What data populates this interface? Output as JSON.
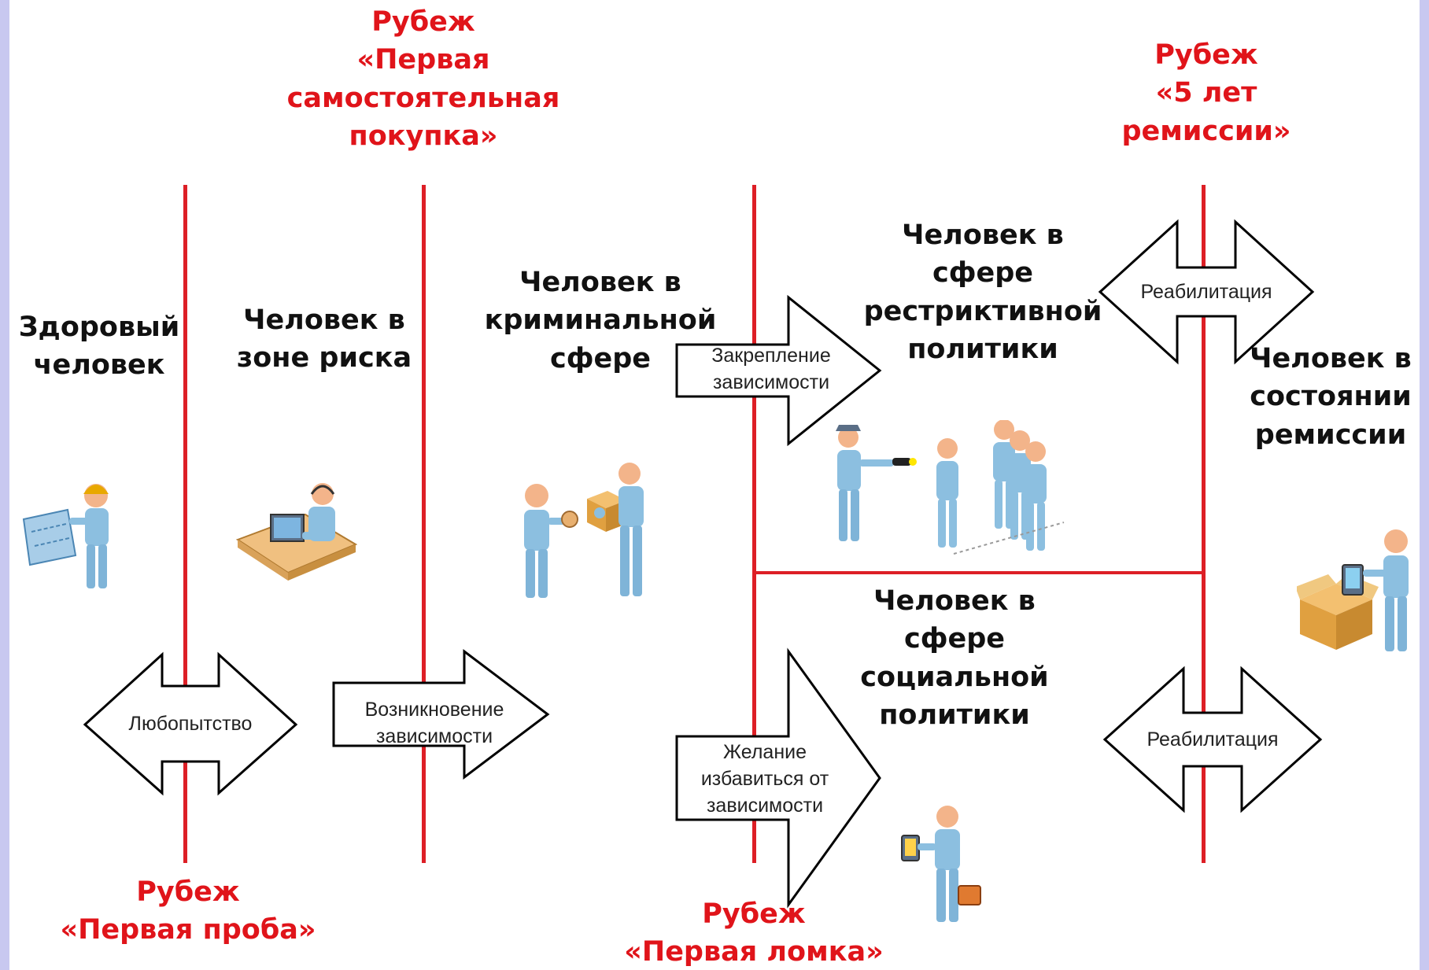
{
  "frontiers": {
    "first_try": [
      "Рубеж",
      "«Первая проба»"
    ],
    "first_purchase": [
      "Рубеж",
      "«Первая",
      "самостоятельная",
      "покупка»"
    ],
    "first_withdrawal": [
      "Рубеж",
      "«Первая ломка»"
    ],
    "five_years": [
      "Рубеж",
      "«5 лет",
      "ремиссии»"
    ]
  },
  "stages": {
    "healthy": [
      "Здоровый",
      "человек"
    ],
    "risk_zone": [
      "Человек в",
      "зоне риска"
    ],
    "criminal": [
      "Человек в",
      "криминальной",
      "сфере"
    ],
    "restrictive": [
      "Человек в",
      "сфере",
      "рестриктивной",
      "политики"
    ],
    "social": [
      "Человек в",
      "сфере",
      "социальной",
      "политики"
    ],
    "remission": [
      "Человек в",
      "состоянии",
      "ремиссии"
    ]
  },
  "arrows": {
    "curiosity": [
      "Любопытство"
    ],
    "dependence_onset": [
      "Возникновение",
      "зависимости"
    ],
    "dependence_fixing": [
      "Закрепление",
      "зависимости"
    ],
    "wish_to_quit": [
      "Желание",
      "избавиться от",
      "зависимости"
    ],
    "rehab_top": [
      "Реабилитация"
    ],
    "rehab_bottom": [
      "Реабилитация"
    ]
  },
  "colors": {
    "frontier_line": "#dd1f26",
    "frontier_text": "#e0141a",
    "stage_text": "#111111",
    "person_fill": "#8cbfe0",
    "person_head": "#f3b48a",
    "page_border": "#c8c8f0"
  },
  "icons": [
    "engineer-with-blueprint-icon",
    "operator-at-desk-icon",
    "dealer-exchange-icon",
    "police-lineup-icon",
    "social-worker-icon",
    "person-unpacking-box-icon"
  ]
}
